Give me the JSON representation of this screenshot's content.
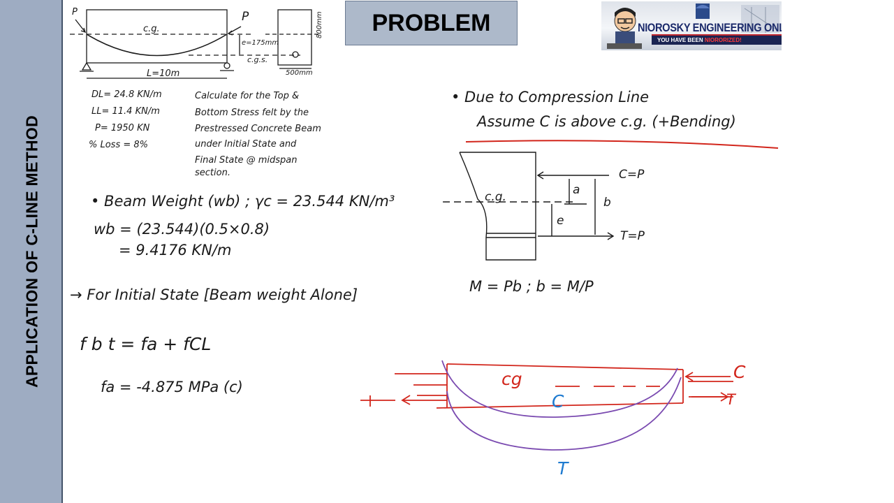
{
  "sidebar": {
    "title": "APPLICATION OF C-LINE METHOD"
  },
  "header": {
    "problem_label": "PROBLEM"
  },
  "logo": {
    "name": "NIOROSKY ENGINEERING ONLINE",
    "tagline_prefix": "YOU HAVE BEEN ",
    "tagline_highlight": "NIORORIZED!"
  },
  "beam_sketch": {
    "force_left": "P",
    "force_right": "P",
    "cg_label": "c.g.",
    "ecc_label": "e=175mm",
    "cgs_label": "c.g.s.",
    "span_label": "L=10m",
    "depth_label": "800mm",
    "width_label": "500mm"
  },
  "given": {
    "dl": "DL= 24.8 KN/m",
    "ll": "LL= 11.4 KN/m",
    "p": "P= 1950 KN",
    "loss": "% Loss = 8%"
  },
  "problem_statement": [
    "Calculate for the Top &",
    "Bottom Stress felt by the",
    "Prestressed Concrete Beam",
    "under Initial State and",
    "Final State @ midspan",
    "section."
  ],
  "beam_weight": {
    "line1": "• Beam Weight (wb) ; γc = 23.544 KN/m³",
    "line2": "wb = (23.544)(0.5×0.8)",
    "line3": "= 9.4176 KN/m"
  },
  "initial_state": {
    "heading": "→ For Initial State [Beam weight Alone]",
    "formula": "f b t = fa + fCL",
    "fa": "fa = -4.875 MPa (c)"
  },
  "compression_line": {
    "line1": "• Due to Compression Line",
    "line2": "Assume C is above c.g. (+Bending)"
  },
  "section_sketch": {
    "cg_label": "c.g.",
    "c_label": "C=P",
    "t_label": "T=P",
    "a_label": "a",
    "b_label": "b",
    "e_label": "e"
  },
  "moment_eq": "M = Pb ; b = M/P",
  "cline_sketch": {
    "cg_label": "cg",
    "c_label": "C",
    "c_inner_label": "C",
    "t_label": "T",
    "t_inner_label": "T"
  },
  "colors": {
    "ink": "#1a1a1a",
    "red": "#d2261c",
    "purple": "#7a4ab0",
    "blue": "#1f7bd0",
    "sidebar": "#9eacc2"
  }
}
